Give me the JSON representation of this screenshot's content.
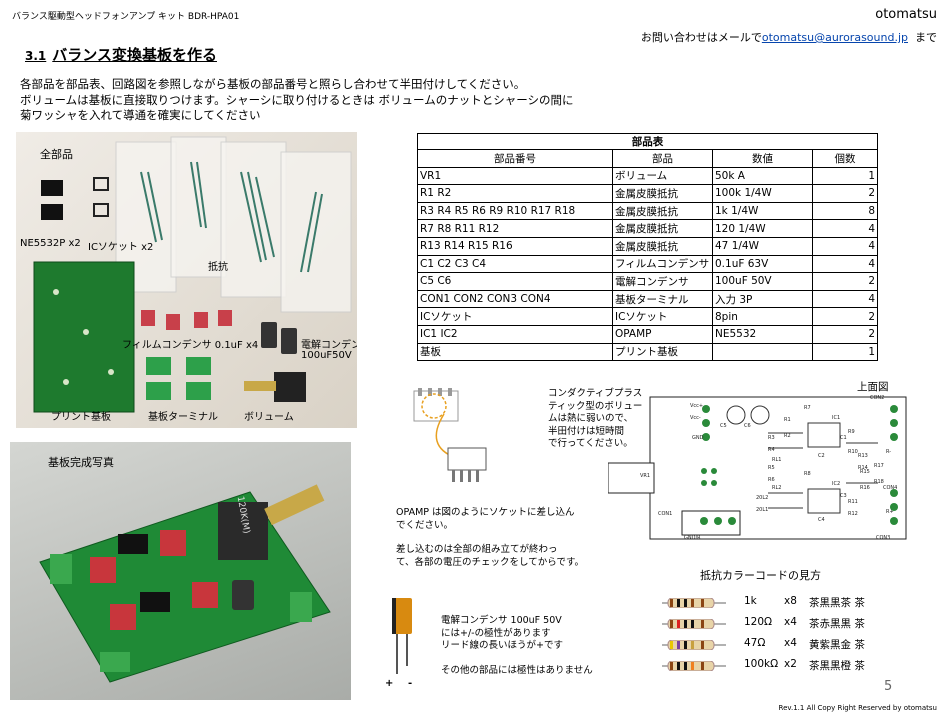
{
  "header": {
    "doc_title": "バランス駆動型ヘッドフォンアンプ キット BDR-HPA01",
    "author": "otomatsu",
    "contact_prefix": "お問い合わせはメールで",
    "contact_email": "otomatsu@aurorasound.jp",
    "contact_suffix": "まで"
  },
  "section": {
    "number": "3.1",
    "title": "バランス変換基板を作る"
  },
  "intro": [
    "各部品を部品表、回路図を参照しながら基板の部品番号と照らし合わせて半田付けしてください。",
    "ボリュームは基板に直接取りつけます。シャーシに取り付けるときは ボリュームのナットとシャーシの間に",
    "菊ワッシャを入れて導通を確実にしてください"
  ],
  "parts_photo": {
    "caption": "全部品",
    "labels": {
      "ne5532": "NE5532P x2",
      "ic_socket": "ICソケット x2",
      "resistor": "抵抗",
      "film_cap": "フィルムコンデンサ 0.1uF x4",
      "elec_cap_1": "電解コンデンサ",
      "elec_cap_2": "100uF50V",
      "pcb": "プリント基板",
      "terminal": "基板ターミナル",
      "volume": "ボリューム"
    }
  },
  "board_photo": {
    "caption": "基板完成写真",
    "knob_label": "120K(M)"
  },
  "parts_table": {
    "title": "部品表",
    "headers": [
      "部品番号",
      "部品",
      "数値",
      "個数"
    ],
    "rows": [
      [
        "VR1",
        "ボリューム",
        "50k  A",
        "1"
      ],
      [
        "R1   R2",
        "金属皮膜抵抗",
        "100k  1/4W",
        "2"
      ],
      [
        "R3 R4 R5  R6  R9 R10  R17 R18",
        "金属皮膜抵抗",
        "1k     1/4W",
        "8"
      ],
      [
        "R7 R8 R11 R12",
        "金属皮膜抵抗",
        "120     1/4W",
        "4"
      ],
      [
        "R13 R14 R15 R16",
        "金属皮膜抵抗",
        "47      1/4W",
        "4"
      ],
      [
        "C1 C2 C3 C4",
        "フィルムコンデンサ",
        "0.1uF    63V",
        "4"
      ],
      [
        "C5   C6",
        "電解コンデンサ",
        "100uF  50V",
        "2"
      ],
      [
        "CON1  CON2  CON3  CON4",
        "基板ターミナル",
        "入力     3P",
        "4"
      ],
      [
        "ICソケット",
        "ICソケット",
        "8pin",
        "2"
      ],
      [
        "IC1  IC2",
        "OPAMP",
        "NE5532",
        "2"
      ],
      [
        "基板",
        "プリント基板",
        "",
        "1"
      ]
    ]
  },
  "notes": {
    "volume_note": [
      "コンダクティブプラス",
      "ティック型のボリュー",
      "ムは熱に弱いので、",
      "半田付けは短時間",
      "で行ってください。"
    ],
    "top_view": "上面図",
    "opamp_note": [
      "OPAMP は図のようにソケットに差し込ん",
      "でください。",
      "",
      "差し込むのは全部の組み立てが終わっ",
      "て、各部の電圧のチェックをしてからです。"
    ],
    "cap_note": [
      "電解コンデンサ 100uF 50V",
      "には+/-の極性があります",
      "リード線の長いほうが+です",
      "",
      "その他の部品には極性はありません"
    ],
    "cap_plus": "+",
    "cap_minus": "-"
  },
  "pcb_labels": [
    "CON2",
    "CON1",
    "CON3",
    "CON4",
    "VR1",
    "IC1",
    "IC2",
    "C5",
    "C6",
    "C1",
    "C2",
    "C3",
    "C4",
    "R1",
    "R2",
    "R3",
    "R4",
    "R5",
    "R6",
    "R7",
    "R8",
    "R9",
    "R10",
    "R11",
    "R12",
    "R13",
    "R14",
    "R15",
    "R16",
    "R17",
    "R18",
    "GND",
    "Vcc+",
    "Vcc-",
    "R-",
    "R+",
    "GND/R",
    "20L2",
    "20L1",
    "RL1",
    "RL2"
  ],
  "color_code": {
    "title": "抵抗カラーコードの見方",
    "rows": [
      {
        "value": "1k",
        "count": "x8",
        "colors": "茶黒黒茶  茶",
        "bands": [
          "#8b4513",
          "#111111",
          "#111111",
          "#8b4513",
          "#8b4513"
        ]
      },
      {
        "value": "120Ω",
        "count": "x4",
        "colors": "茶赤黒黒  茶",
        "bands": [
          "#8b4513",
          "#d22",
          "#111111",
          "#111111",
          "#8b4513"
        ]
      },
      {
        "value": "47Ω",
        "count": "x4",
        "colors": "黄紫黒金  茶",
        "bands": [
          "#e8c800",
          "#7a3fa0",
          "#111111",
          "#c8a040",
          "#8b4513"
        ]
      },
      {
        "value": "100kΩ",
        "count": "x2",
        "colors": "茶黒黒橙  茶",
        "bands": [
          "#8b4513",
          "#111111",
          "#111111",
          "#f08020",
          "#8b4513"
        ]
      }
    ]
  },
  "page_number": "5",
  "copyright": "Rev.1.1  All Copy Right Reserved by otomatsu"
}
